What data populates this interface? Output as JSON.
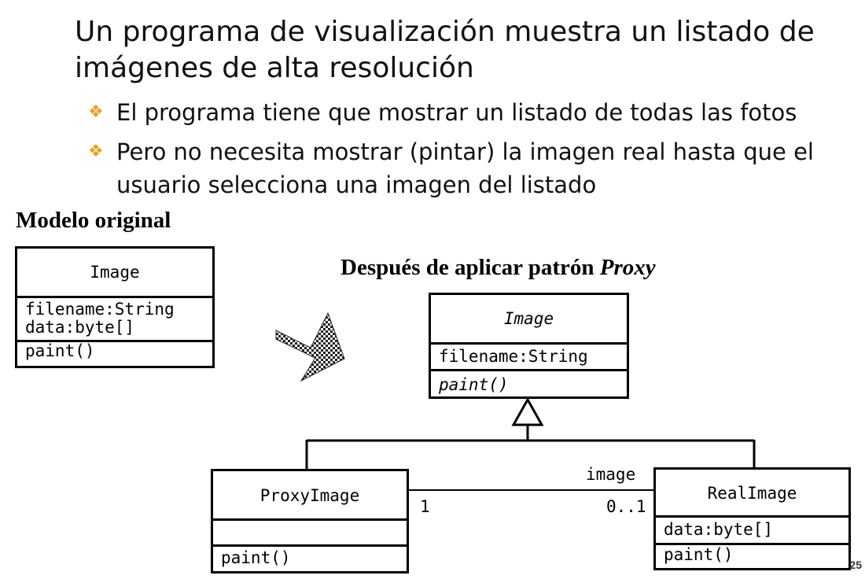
{
  "title": "Un programa de visualización muestra un listado de imágenes de alta resolución",
  "bullets": [
    "El programa tiene que mostrar un listado de todas las fotos",
    "Pero no necesita mostrar (pintar) la imagen real hasta que el usuario selecciona una imagen del listado"
  ],
  "original_heading": "Modelo original",
  "proxy_heading_prefix": "Después de aplicar patrón ",
  "proxy_heading_emph": "Proxy",
  "original_class": {
    "name": "Image",
    "attributes": [
      "filename:String",
      "data:byte[]"
    ],
    "methods": [
      "paint()"
    ]
  },
  "proxy_image_class": {
    "name": "Image",
    "attributes": [
      "filename:String"
    ],
    "methods": [
      "paint()"
    ]
  },
  "proxyimage_class": {
    "name": "ProxyImage",
    "attributes": [],
    "methods": [
      "paint()"
    ]
  },
  "realimage_class": {
    "name": "RealImage",
    "attributes": [
      "data:byte[]"
    ],
    "methods": [
      "paint()"
    ]
  },
  "association": {
    "role": "image",
    "source_multiplicity": "1",
    "target_multiplicity": "0..1"
  },
  "page_number": "25",
  "bullet_color": "#e8a11c"
}
